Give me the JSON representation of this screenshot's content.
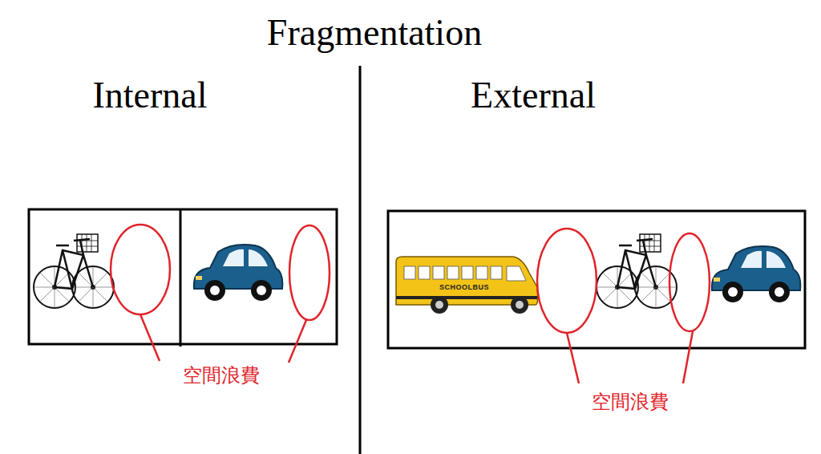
{
  "diagram": {
    "title": "Fragmentation",
    "labels": [
      "Internal",
      "External",
      "SCHOOLBUS",
      "空間浪費",
      "空間浪費"
    ]
  }
}
